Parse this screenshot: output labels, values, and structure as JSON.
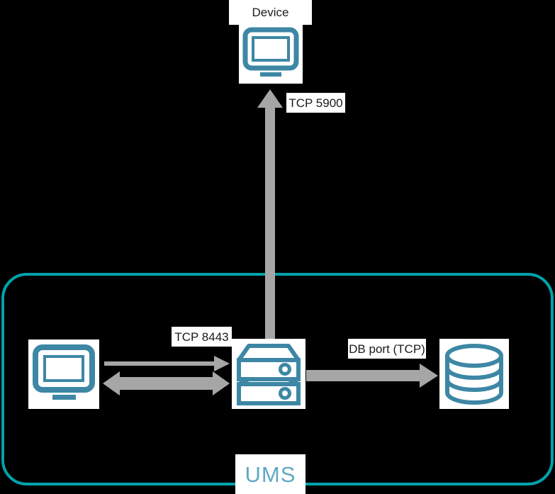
{
  "diagram": {
    "title": "UMS network ports diagram",
    "background_color": "#000000",
    "accent_teal": "#3d87a5",
    "container_teal": "#00a3ab",
    "arrow_grey": "#a6a6a6"
  },
  "nodes": {
    "device": {
      "label": "Device",
      "icon": "monitor-icon"
    },
    "client": {
      "label": "",
      "icon": "monitor-icon"
    },
    "server": {
      "label": "",
      "icon": "server-icon"
    },
    "database": {
      "label": "",
      "icon": "database-icon"
    }
  },
  "connections": [
    {
      "id": "device-link",
      "label": "TCP 5900",
      "direction": "up",
      "from": "server",
      "to": "device"
    },
    {
      "id": "client-link",
      "label": "TCP 8443",
      "direction": "bidirectional",
      "from": "client",
      "to": "server"
    },
    {
      "id": "db-link",
      "label": "DB port (TCP)",
      "direction": "right",
      "from": "server",
      "to": "database"
    }
  ],
  "container": {
    "label": "UMS"
  }
}
